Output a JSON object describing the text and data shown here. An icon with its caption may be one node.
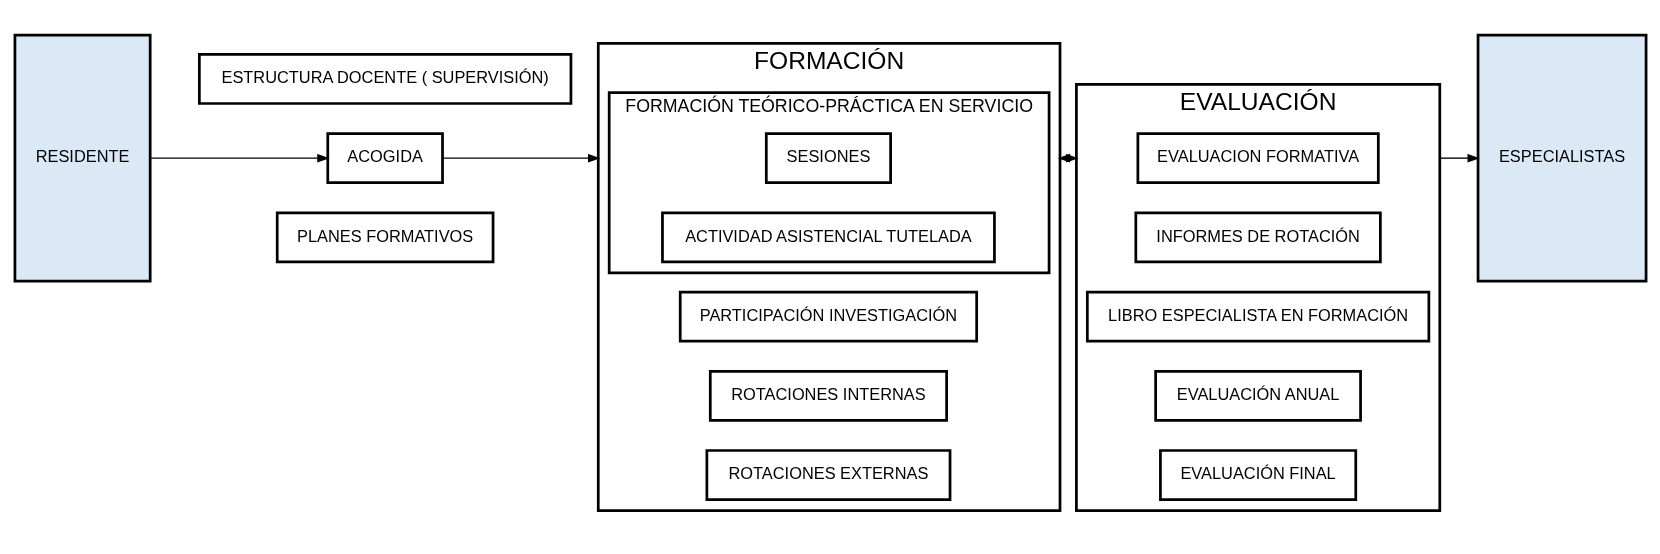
{
  "diagram": {
    "nodes": [
      {
        "text": [
          "RESIDENTE"
        ]
      },
      {
        "text": [
          "ESTRUCTURA DOCENTE ( SUPERVISIÓN)"
        ]
      },
      {
        "text": [
          "ACOGIDA"
        ]
      },
      {
        "text": [
          "FORMACIÓN"
        ]
      },
      {
        "text": [
          "FORMACIÓN TEÓRICO-PRÁCTICA EN SERVICIO"
        ],
        "in": 3
      },
      {
        "text": [
          "SESIONES"
        ],
        "in": 4
      },
      {
        "text": [
          "ACTIVIDAD ASISTENCIAL TUTELADA"
        ],
        "in": 4
      },
      {
        "text": [
          "PARTICIPACIÓN INVESTIGACIÓN"
        ],
        "in": 3
      },
      {
        "text": [
          "ROTACIONES INTERNAS"
        ],
        "in": 3
      },
      {
        "text": [
          "ROTACIONES EXTERNAS"
        ],
        "in": 3
      },
      {
        "text": [
          "EVALUACIÓN"
        ]
      },
      {
        "text": [
          "EVALUACION FORMATIVA"
        ],
        "in": 10
      },
      {
        "text": [
          "INFORMES DE ROTACIÓN"
        ],
        "in": 10
      },
      {
        "text": [
          "LIBRO ESPECIALISTA EN FORMACIÓN"
        ],
        "in": 10
      },
      {
        "text": [
          "EVALUACIÓN ANUAL"
        ],
        "in": 10
      },
      {
        "text": [
          "EVALUACIÓN FINAL"
        ],
        "in": 10
      },
      {
        "text": [
          "ESPECIALISTAS"
        ]
      },
      {
        "text": [
          "PLANES FORMATIVOS"
        ]
      }
    ],
    "edges": [
      {
        "from": 0,
        "to": 2,
        "arrow": "to"
      },
      {
        "from": 2,
        "to": 3,
        "arrow": "to"
      },
      {
        "from": 3,
        "to": 10,
        "arrow": "both",
        "style": "dashed"
      },
      {
        "from": 10,
        "to": 16,
        "arrow": "to"
      }
    ]
  }
}
